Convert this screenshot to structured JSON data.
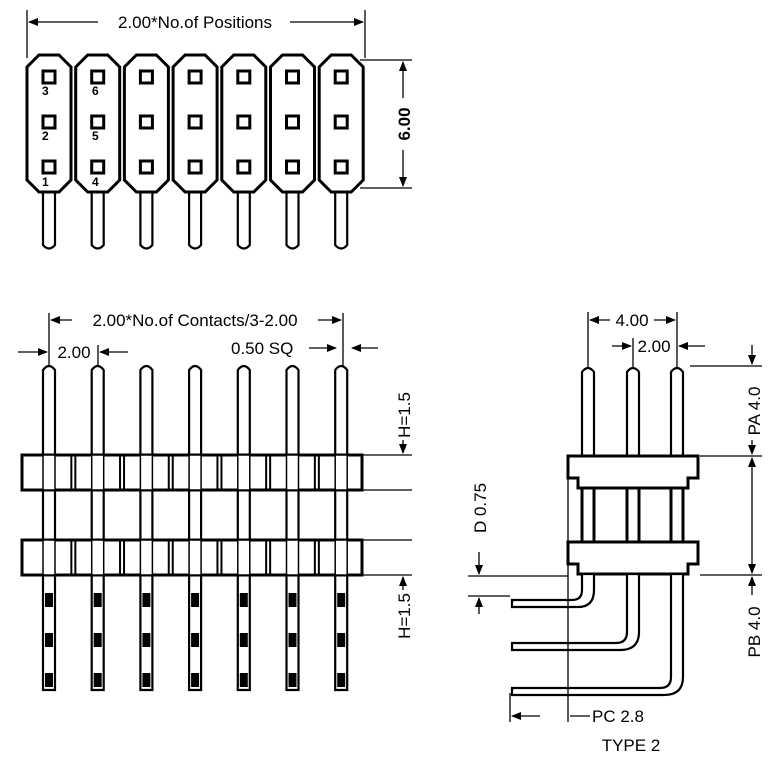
{
  "top_view": {
    "width_label": "2.00*No.of Positions",
    "height_label": "6.00",
    "pin_numbers": {
      "col1": [
        "3",
        "2",
        "1"
      ],
      "col2": [
        "6",
        "5",
        "4"
      ]
    }
  },
  "front_view": {
    "width_label": "2.00*No.of Contacts/3-2.00",
    "pitch_label": "2.00",
    "pin_size_label": "0.50 SQ",
    "height_top_label": "H=1.5",
    "height_bottom_label": "H=1.5"
  },
  "side_view": {
    "top_span_label": "4.00",
    "top_pitch_label": "2.00",
    "pa_label": "PA  4.0",
    "pb_label": "PB  4.0",
    "d_label": "D  0.75",
    "pc_label": "PC  2.8",
    "type_label": "TYPE 2"
  }
}
